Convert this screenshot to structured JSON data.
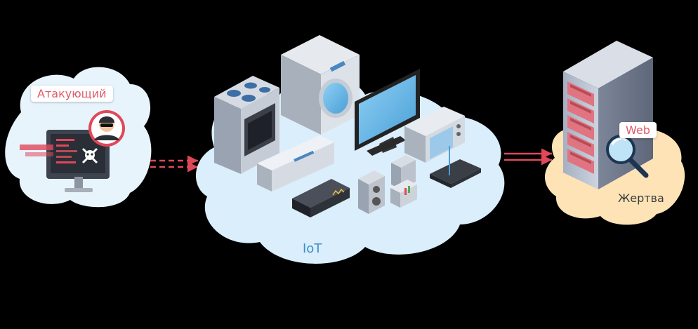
{
  "labels": {
    "attacker": "Атакующий",
    "iot": "IoT",
    "web": "Web",
    "victim": "Жертва"
  },
  "colors": {
    "background": "#000000",
    "attacker_cloud": "#e8f4fc",
    "iot_cloud": "#dbeefb",
    "victim_cloud": "#fde3b6",
    "arrow": "#e0485a",
    "label_red": "#e05a6a",
    "label_blue": "#3a8ec9"
  },
  "icons": {
    "attacker": "hacker-avatar-icon",
    "attacker_screen": "skull-crossbones-icon",
    "victim": "server-rack-icon",
    "search": "magnifier-icon"
  }
}
